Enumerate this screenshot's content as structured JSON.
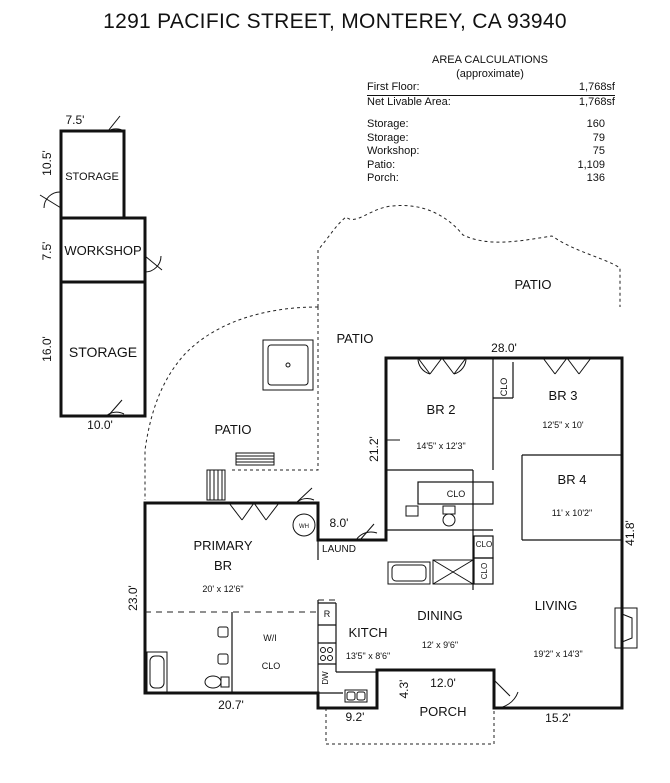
{
  "title": "1291 PACIFIC STREET, MONTEREY, CA  93940",
  "area_calculations": {
    "heading": "AREA CALCULATIONS",
    "subheading": "(approximate)",
    "rows": [
      {
        "label": "First  Floor:",
        "value": "1,768sf"
      },
      {
        "label": "Net Livable Area:",
        "value": "1,768sf"
      }
    ],
    "detail_rows": [
      {
        "label": "Storage:",
        "value": "160"
      },
      {
        "label": "Storage:",
        "value": "79"
      },
      {
        "label": "Workshop:",
        "value": "75"
      },
      {
        "label": "Patio:",
        "value": "1,109"
      },
      {
        "label": "Porch:",
        "value": "136"
      }
    ]
  },
  "rooms": {
    "storage_small": "STORAGE",
    "workshop": "WORKSHOP",
    "storage_large": "STORAGE",
    "patio_top_right": "PATIO",
    "patio_center": "PATIO",
    "patio_left": "PATIO",
    "br2": "BR 2",
    "br2_size": "14'5\" x 12'3\"",
    "br3": "BR 3",
    "br3_size": "12'5\" x 10'",
    "br4": "BR 4",
    "br4_size": "11' x 10'2\"",
    "clo_br3": "CLO",
    "clo_br2": "CLO",
    "clo_hall_1": "CLO",
    "clo_hall_2": "CLO",
    "primary_line1": "PRIMARY",
    "primary_line2": "BR",
    "primary_size": "20' x 12'6\"",
    "wi": "W/I",
    "wi_clo": "CLO",
    "laund": "LAUND",
    "wh": "WH",
    "fridge": "R",
    "dw": "DW",
    "kitchen": "KITCH",
    "kitchen_size": "13'5\" x 8'6\"",
    "dining": "DINING",
    "dining_size": "12' x 9'6\"",
    "living": "LIVING",
    "living_size": "19'2\" x 14'3\"",
    "porch": "PORCH"
  },
  "dimensions": {
    "storage_small_width": "7.5'",
    "storage_small_height": "10.5'",
    "workshop_height": "7.5'",
    "storage_large_height": "16.0'",
    "storage_large_width": "10.0'",
    "house_top_width": "28.0'",
    "br2_height": "21.2'",
    "house_right_height": "41.8'",
    "primary_height": "23.0'",
    "primary_width": "20.7'",
    "laund_width": "8.0'",
    "porch_width": "12.0'",
    "porch_height": "4.3'",
    "kitchen_bottom_width": "9.2'",
    "living_bottom_width": "15.2'"
  }
}
